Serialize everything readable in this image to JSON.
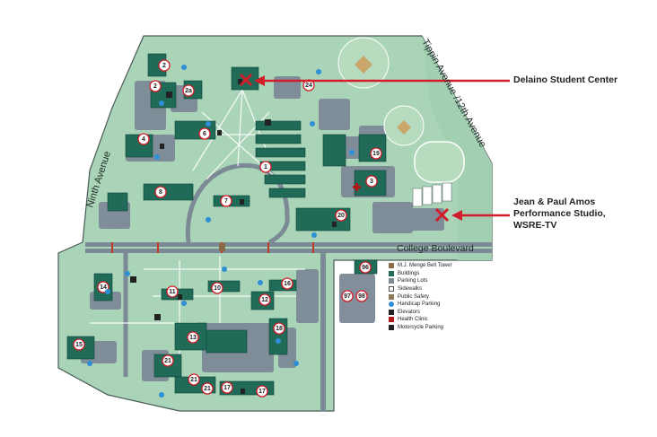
{
  "roads": {
    "road_1": "Tippin Avenue /12th Avenue",
    "road_2": "Ninth Avenue",
    "road_3": "College Boulevard"
  },
  "callouts": {
    "delaino": "Delaino Student Center",
    "amos": [
      "Jean & Paul Amos",
      "Performance Studio,",
      "WSRE-TV"
    ]
  },
  "legend": [
    {
      "label": "M.J. Menge Bell Tower",
      "icon": "bell-tower-icon",
      "color": "#8b6a48"
    },
    {
      "label": "Buildings",
      "icon": "building-swatch",
      "color": "#1f6b57"
    },
    {
      "label": "Parking Lots",
      "icon": "parking-lot-swatch",
      "color": "#7c8a96"
    },
    {
      "label": "Sidewalks",
      "icon": "sidewalk-swatch",
      "color": "#ffffff"
    },
    {
      "label": "Public Safety",
      "icon": "public-safety-icon",
      "color": "#8a7a5a"
    },
    {
      "label": "Handicap Parking",
      "icon": "handicap-icon",
      "color": "#2f8fd6"
    },
    {
      "label": "Elevators",
      "icon": "elevator-icon",
      "color": "#222222"
    },
    {
      "label": "Health Clinic",
      "icon": "health-clinic-icon",
      "color": "#b01818"
    },
    {
      "label": "Motorcycle Parking",
      "icon": "motorcycle-icon",
      "color": "#222222"
    }
  ],
  "building_numbers": [
    "2",
    "2",
    "2a",
    "24",
    "4",
    "6",
    "1",
    "19",
    "8",
    "3",
    "7",
    "20",
    "96",
    "14",
    "11",
    "10",
    "16",
    "12",
    "97",
    "98",
    "13",
    "18",
    "15",
    "21",
    "21",
    "21",
    "17",
    "17"
  ],
  "colors": {
    "campus": "#a9d4b7",
    "building": "#1f6b57",
    "parking": "#7c8a96",
    "outline": "#4a5a58",
    "marker": "#d21e2a",
    "arrow": "#d21e2a"
  }
}
